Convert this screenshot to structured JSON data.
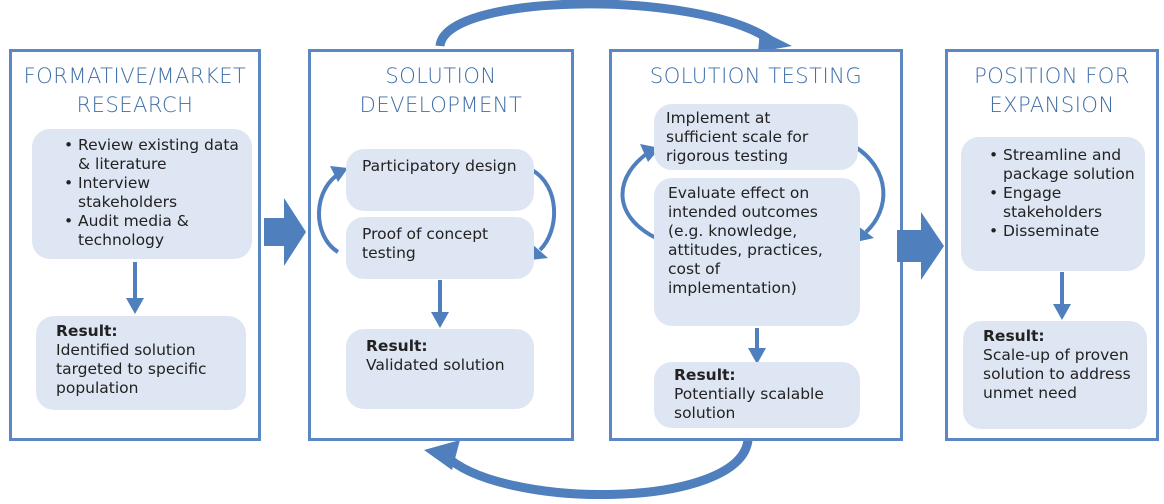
{
  "phases": [
    {
      "title_line1": "FORMATIVE/MARKET",
      "title_line2": "RESEARCH",
      "activities": [
        "Review existing data & literature",
        "Interview stakeholders",
        "Audit media & technology"
      ],
      "result_label": "Result:",
      "result_text": "Identified solution targeted to specific population"
    },
    {
      "title_line1": "SOLUTION",
      "title_line2": "DEVELOPMENT",
      "activities": [
        "Participatory design",
        "Proof of concept testing"
      ],
      "result_label": "Result:",
      "result_text": "Validated solution"
    },
    {
      "title_line1": "SOLUTION TESTING",
      "activities": [
        "Implement at sufficient scale for rigorous testing",
        "Evaluate effect on intended outcomes (e.g. knowledge, attitudes, practices, cost of implementation)"
      ],
      "result_label": "Result:",
      "result_text": "Potentially scalable solution"
    },
    {
      "title_line1": "POSITION FOR",
      "title_line2": "EXPANSION",
      "activities": [
        "Streamline and package solution",
        "Engage stakeholders",
        "Disseminate"
      ],
      "result_label": "Result:",
      "result_text": "Scale-up of proven solution to address unmet need"
    }
  ],
  "colors": {
    "accent": "#5b88c2",
    "box_fill": "#dde6f2",
    "title_text": "#3f6ea7"
  }
}
